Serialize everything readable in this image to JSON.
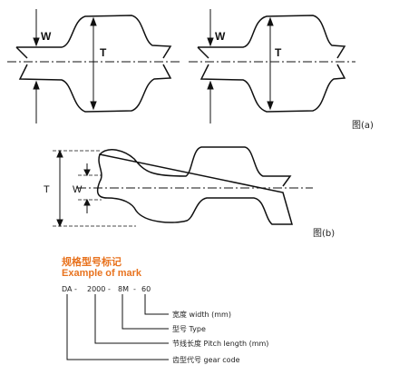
{
  "figure_a": {
    "label": "图(a)",
    "T_label": "T",
    "W_label": "W"
  },
  "figure_b": {
    "label": "图(b)",
    "T_label": "T",
    "W_label": "W"
  },
  "mark": {
    "title_cn": "规格型号标记",
    "title_en": "Example of mark",
    "codes": [
      "DA",
      "-",
      "2000",
      "-",
      "8M",
      "-",
      "60"
    ],
    "descriptions": [
      "宽度 width (mm)",
      "型号 Type",
      "节线长度 Pitch length (mm)",
      "齿型代号 gear code"
    ]
  }
}
